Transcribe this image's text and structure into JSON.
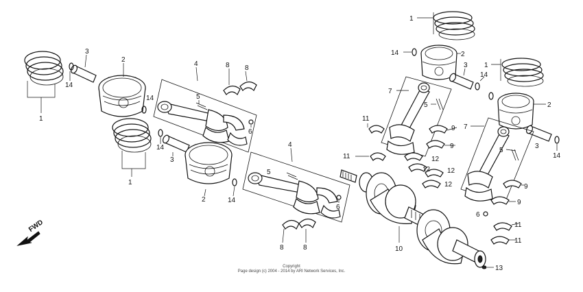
{
  "diagram": {
    "callouts": [
      {
        "id": "c-1a",
        "label": "1"
      },
      {
        "id": "c-3a",
        "label": "3"
      },
      {
        "id": "c-2a",
        "label": "2"
      },
      {
        "id": "c-14a",
        "label": "14"
      },
      {
        "id": "c-14b",
        "label": "14"
      },
      {
        "id": "c-1b",
        "label": "1"
      },
      {
        "id": "c-14c",
        "label": "14"
      },
      {
        "id": "c-3b",
        "label": "3"
      },
      {
        "id": "c-2b",
        "label": "2"
      },
      {
        "id": "c-14d",
        "label": "14"
      },
      {
        "id": "c-4a",
        "label": "4"
      },
      {
        "id": "c-5a",
        "label": "5"
      },
      {
        "id": "c-8a",
        "label": "8"
      },
      {
        "id": "c-8b",
        "label": "8"
      },
      {
        "id": "c-6a",
        "label": "6"
      },
      {
        "id": "c-4b",
        "label": "4"
      },
      {
        "id": "c-5b",
        "label": "5"
      },
      {
        "id": "c-6b",
        "label": "6"
      },
      {
        "id": "c-8c",
        "label": "8"
      },
      {
        "id": "c-8d",
        "label": "8"
      },
      {
        "id": "c-1c",
        "label": "1"
      },
      {
        "id": "c-14e",
        "label": "14"
      },
      {
        "id": "c-2c",
        "label": "2"
      },
      {
        "id": "c-3c",
        "label": "3"
      },
      {
        "id": "c-14f",
        "label": "14"
      },
      {
        "id": "c-1d",
        "label": "1"
      },
      {
        "id": "c-2d",
        "label": "2"
      },
      {
        "id": "c-3d",
        "label": "3"
      },
      {
        "id": "c-14g",
        "label": "14"
      },
      {
        "id": "c-7a",
        "label": "7"
      },
      {
        "id": "c-5c",
        "label": "5"
      },
      {
        "id": "c-9a",
        "label": "9"
      },
      {
        "id": "c-9b",
        "label": "9"
      },
      {
        "id": "c-7b",
        "label": "7"
      },
      {
        "id": "c-5d",
        "label": "5"
      },
      {
        "id": "c-11a",
        "label": "11"
      },
      {
        "id": "c-11b",
        "label": "11"
      },
      {
        "id": "c-12a",
        "label": "12"
      },
      {
        "id": "c-12b",
        "label": "12"
      },
      {
        "id": "c-12c",
        "label": "12"
      },
      {
        "id": "c-12d",
        "label": "12"
      },
      {
        "id": "c-9c",
        "label": "9"
      },
      {
        "id": "c-9d",
        "label": "9"
      },
      {
        "id": "c-6c",
        "label": "6"
      },
      {
        "id": "c-11c",
        "label": "11"
      },
      {
        "id": "c-11d",
        "label": "11"
      },
      {
        "id": "c-10",
        "label": "10"
      },
      {
        "id": "c-13",
        "label": "13"
      }
    ],
    "fwd_label": "FWD"
  },
  "footer": {
    "line1": "Copyright",
    "line2": "Page design (c) 2004 - 2014 by ARI Network Services, Inc."
  }
}
